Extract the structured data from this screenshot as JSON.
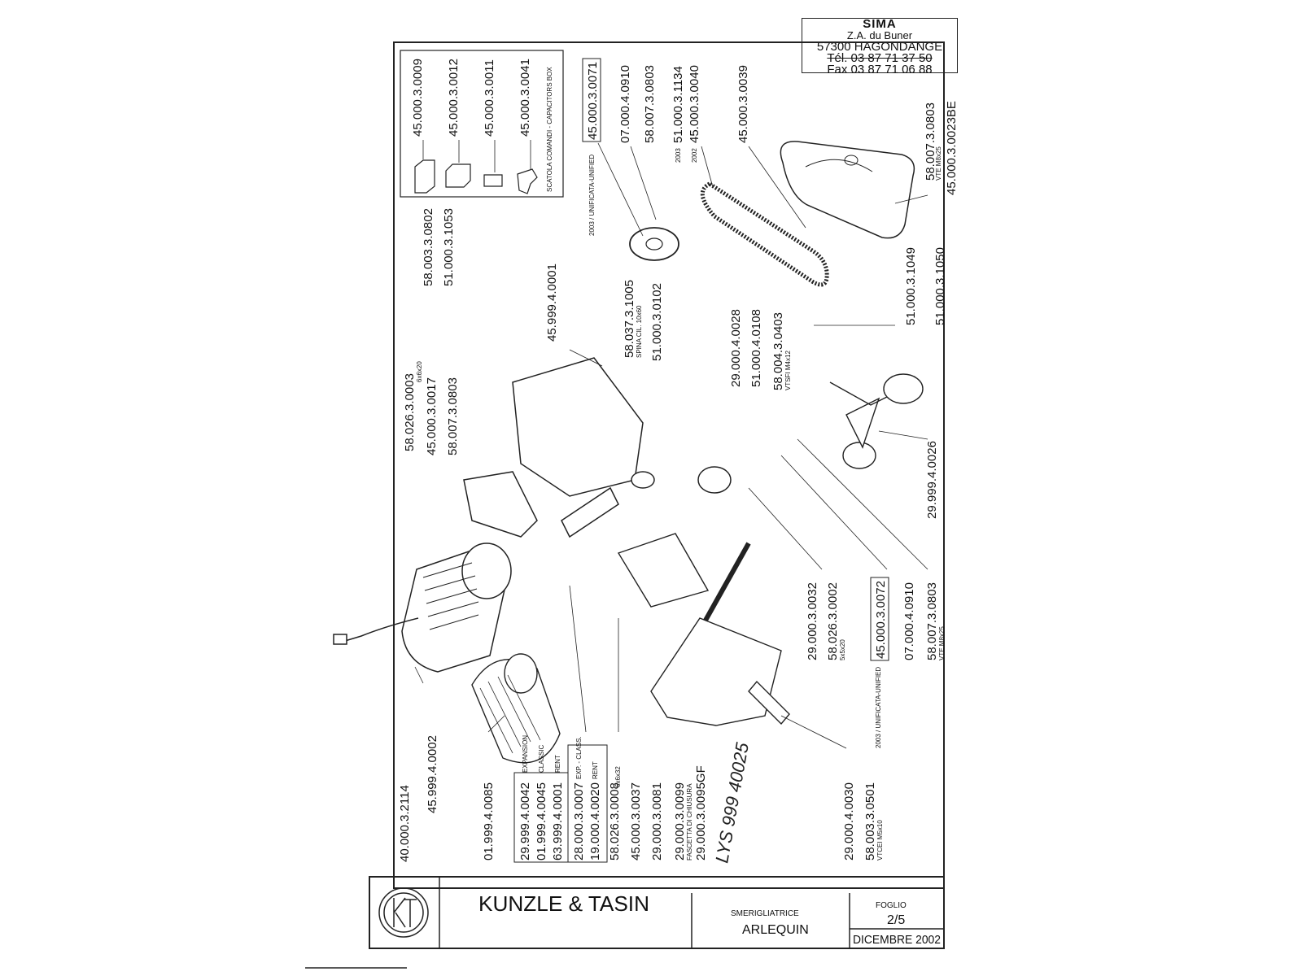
{
  "stamp": {
    "name": "SIMA",
    "line1": "Z.A. du Buner",
    "line2": "57300 HAGONDANGE",
    "line3": "Tél. 03 87 71 37 50",
    "line4": "Fax 03 87 71 06 88"
  },
  "title_block": {
    "company": "KUNZLE & TASIN",
    "machine_type": "SMERIGLIATRICE",
    "machine_name": "ARLEQUIN",
    "sheet_label": "FOGLIO",
    "sheet_number": "2/5",
    "date": "DICEMBRE 2002",
    "handwritten_ref": "LYS 999 40025"
  },
  "capacitors_box": {
    "parts": [
      "45.000.3.0009",
      "45.000.3.0012",
      "45.000.3.0011",
      "45.000.3.0041"
    ],
    "caption": "SCATOLA COMANDI - CAPACITORS BOX"
  },
  "top_labels": {
    "p1": "45.000.3.0071",
    "p1_note": "2003 / UNIFICATA-UNIFIED",
    "p2": "07.000.4.0910",
    "p3": "58.007.3.0803",
    "p4a": "51.000.3.1134",
    "p4a_year": "2003",
    "p4b": "45.000.3.0040",
    "p4b_year": "2002",
    "p5": "45.000.3.0039",
    "p6": "58.007.3.0803",
    "p6_note": "VTE M8x25",
    "p7": "45.000.3.0023BE"
  },
  "mid_labels": {
    "a1": "58.003.3.0802",
    "a2": "51.000.3.1053",
    "a3": "45.999.4.0001",
    "a4": "58.037.3.1005",
    "a4_note": "SPINA CIL. 10x60",
    "a5": "51.000.3.0102",
    "a6": "29.000.4.0028",
    "a7": "51.000.4.0108",
    "a8": "58.004.3.0403",
    "a8_note": "VTSFI M4x12",
    "a9": "51.000.3.1049",
    "a10": "51.000.3.1050",
    "a11": "29.999.4.0026",
    "b1": "58.026.3.0003",
    "b1_note": "6x6x20",
    "b2": "45.000.3.0017",
    "b3": "58.007.3.0803"
  },
  "right_labels": {
    "r1": "29.000.3.0032",
    "r2": "58.026.3.0002",
    "r2_note": "5x5x20",
    "r3": "45.000.3.0072",
    "r3_note": "2003 / UNIFICATA-UNIFIED",
    "r4": "07.000.4.0910",
    "r5": "58.007.3.0803",
    "r5_note": "VTE M8x25"
  },
  "bottom_labels": {
    "c1": "40.000.3.2114",
    "c2": "45.999.4.0002",
    "c3": "01.999.4.0085",
    "c4a": "29.999.4.0042",
    "c4a_note": "EXPANSION",
    "c4b": "01.999.4.0045",
    "c4b_note": "CLASSIC",
    "c4c": "63.999.4.0001",
    "c4c_note": "RENT",
    "c5a": "28.000.3.0007",
    "c5a_note": "EXP. - CLASS.",
    "c5b": "19.000.4.0020",
    "c5b_note": "RENT",
    "c6": "58.026.3.0008",
    "c6_note": "6x6x32",
    "c7": "45.000.3.0037",
    "c8": "29.000.3.0081",
    "c9": "29.000.3.0099",
    "c9_note": "FASCETTA DI CHIUSURA",
    "c10": "29.000.3.0095GF",
    "c11": "29.000.4.0030",
    "c12": "58.003.3.0501",
    "c12_note": "VTCEI M5x10"
  }
}
